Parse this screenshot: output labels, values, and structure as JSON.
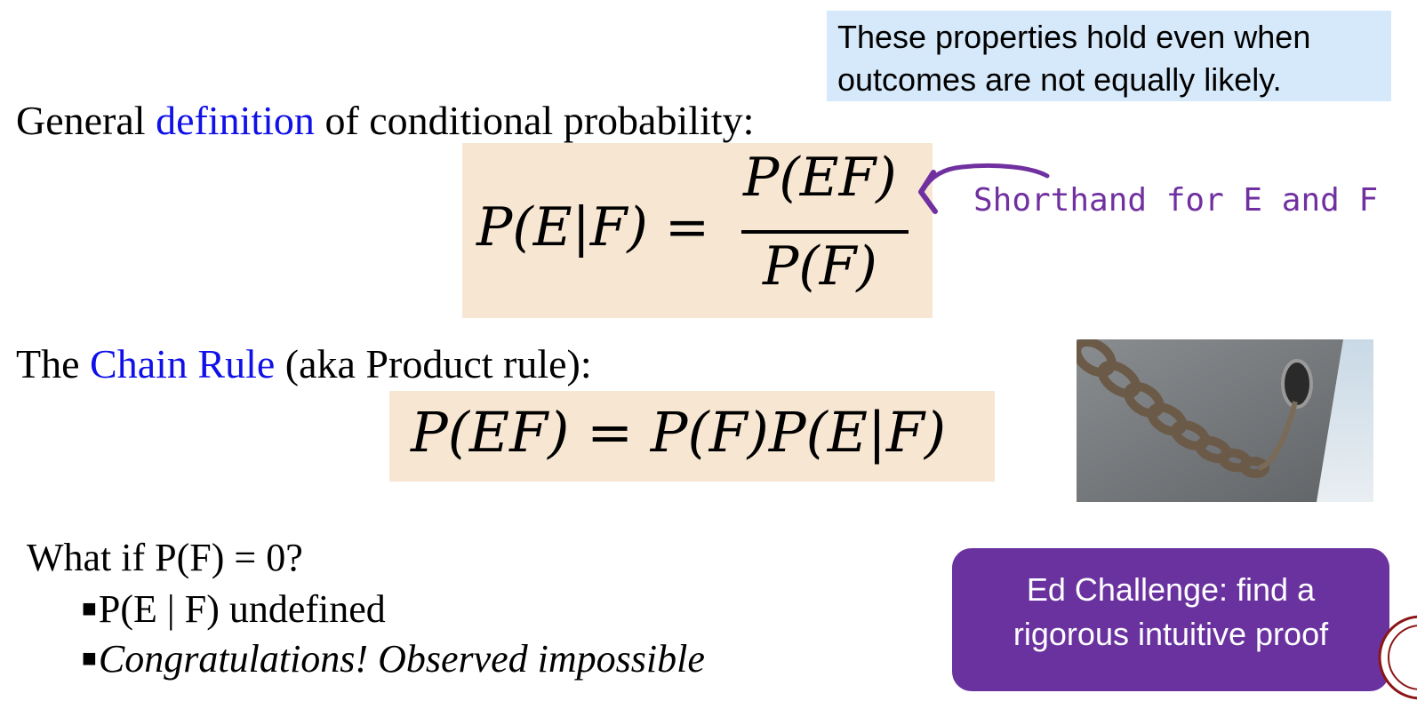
{
  "note": {
    "line1": "These properties hold even when",
    "line2": "outcomes are not equally likely."
  },
  "definition": {
    "prefix": "General ",
    "keyword": "definition",
    "suffix": " of conditional probability:",
    "lhs": "P(E|F) =",
    "numerator": "P(EF)",
    "denominator": "P(F)"
  },
  "annotation": {
    "text": "Shorthand for E and F"
  },
  "chain_rule": {
    "prefix": "The ",
    "keyword": "Chain Rule",
    "suffix": " (aka Product rule):",
    "formula": "P(EF) = P(F)P(E|F)"
  },
  "question": {
    "text": "What if P(F) = 0?",
    "bullet_mark": "■",
    "bullets": [
      "P(E | F) undefined",
      "Congratulations!  Observed impossible"
    ]
  },
  "challenge": {
    "line1": "Ed Challenge: find a",
    "line2": "rigorous intuitive proof"
  },
  "colors": {
    "accent": "#1010e8",
    "formula_bg": "#f7e6d2",
    "note_bg": "#d6e9fa",
    "annotation": "#7030a0",
    "challenge_bg": "#6a329f"
  }
}
